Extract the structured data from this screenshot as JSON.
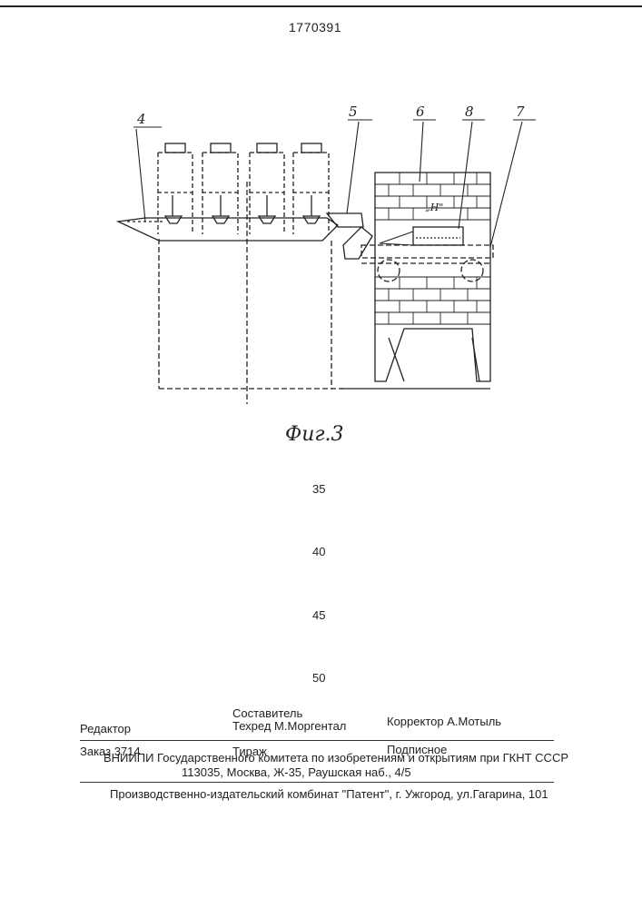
{
  "patent_number": "1770391",
  "figure": {
    "caption": "Фиг.3",
    "callouts": [
      "4",
      "5",
      "6",
      "8",
      "7"
    ],
    "marker_label": "„Н\""
  },
  "line_numbers": [
    "35",
    "40",
    "45",
    "50"
  ],
  "imprint": {
    "editor_label": "Редактор",
    "compiler_label": "Составитель",
    "techred": "Техред М.Моргентал",
    "corrector": "Корректор  А.Мотыль",
    "order": "Заказ 3714",
    "tirazh": "Тираж",
    "podpisnoe": "Подписное",
    "vniipi": "ВНИИПИ Государственного комитета по изобретениям и открытиям при ГКНТ СССР",
    "address": "113035, Москва, Ж-35, Раушская наб., 4/5",
    "combine": "Производственно-издательский комбинат \"Патент\", г. Ужгород, ул.Гагарина, 101"
  }
}
